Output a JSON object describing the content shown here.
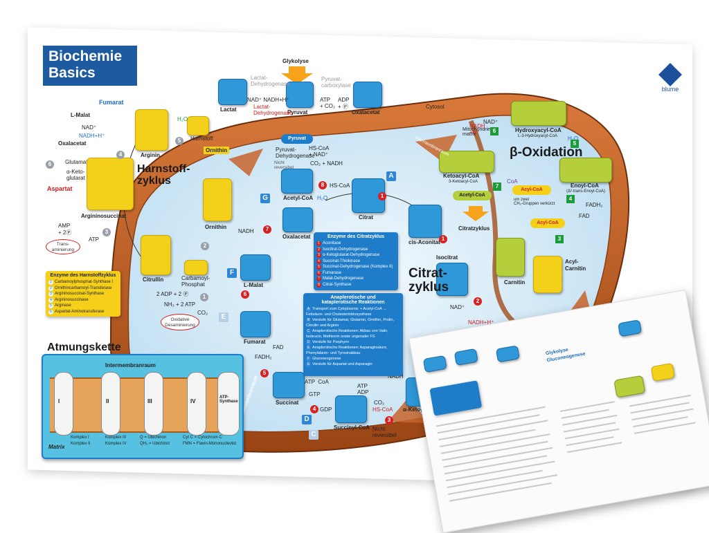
{
  "poster": {
    "title_line1": "Biochemie",
    "title_line2": "Basics",
    "brand": "blume"
  },
  "colors": {
    "title_blue": "#1d5aa0",
    "mito_outer": "#c8642a",
    "matrix": "#dfeef8",
    "molecule_blue": "#2f98d8",
    "molecule_yellow": "#f3d11a",
    "molecule_green": "#b5cf3c",
    "red": "#d11c1c"
  },
  "cytosol": {
    "glykolyse": "Glykolyse",
    "lactat": "Lactat",
    "pyruvat": "Pyruvat",
    "oxalacetat": "Oxalacetat",
    "ldh_top": "Lactat-\nDehydrogenase",
    "ldh_bottom": "Lactat-\nDehydrogenase",
    "nad_pair": "NAD⁺  NADH+H⁺",
    "pyruvat_carboxylase": "Pyruvat-\ncarboxylase",
    "atp_co2": "ATP\n+ CO₂",
    "adp_p": "ADP\n+ Ⓟ",
    "cytosol_label": "Cytosol"
  },
  "urea": {
    "fumarat": "Fumarat",
    "l_malat": "L-Malat",
    "nad": "NAD⁺",
    "nadh": "NADH+H⁺",
    "oxalacetat": "Oxalacetat",
    "glutamat": "Glutamat",
    "ketoglutarat": "α-Keto-\nglutarat",
    "aspartat": "Aspartat",
    "arginin": "Arginin",
    "harnstoff": "Harnstoff",
    "h2o": "H₂O",
    "harnstoffzyklus": "Harnstoff-\nzyklus",
    "argininosuccinat": "Argininosuccinat",
    "ornithin": "Ornithin",
    "ornithin_mito": "Ornithin",
    "amp": "AMP\n+ 2Ⓟ",
    "atp": "ATP",
    "transaminierung": "Trans-\naminierung",
    "citrullin": "Citrullin",
    "carbamoylphosphat": "Carbamoyl-\nPhosphat",
    "adp_line": "2 ADP + 2 Ⓟ",
    "nh3_line": "NH₃ + 2 ATP",
    "co2": "CO₂",
    "oxidative": "Oxidative\nDesaminierung"
  },
  "urea_enzymes": {
    "title": "Enzyme des Harnstoffzyklus",
    "items": [
      "Carbamoylphosphat-Synthase I",
      "Ornithincarbamoyl-Transferase",
      "Argininosuccinat-Synthase",
      "Argininosuccinase",
      "Arginase",
      "Aspartat-Aminotransferase"
    ]
  },
  "citric": {
    "pyruvat": "Pyruvat",
    "pdh": "Pyruvat-\nDehydrogenase",
    "nicht_reversibel": "Nicht\nreversibel",
    "hs_coa_nad": "HS-CoA\n+ NAD⁺",
    "co2_nadh": "CO₂ + NADH",
    "acetyl_coa": "Acetyl-CoA",
    "hs_coa": "HS-CoA",
    "h2o": "H₂O",
    "citrat": "Citrat",
    "cis_aconitat": "cis-Aconitat",
    "isocitrat": "Isocitrat",
    "oxalacetat": "Oxalacetat",
    "l_malat": "L-Malat",
    "fumarat": "Fumarat",
    "succinat": "Succinat",
    "succinyl_coa": "Succinyl-CoA",
    "ketoglutarat": "α-Ketoglutarat",
    "citratzyklus": "Citrat-\nzyklus",
    "fad": "FAD",
    "fadh2": "FADH₂",
    "gtp": "GTP",
    "gdp": "GDP",
    "nadh": "NADH",
    "nad": "NAD⁺",
    "nadh_h": "NADH+H⁺",
    "co2": "CO₂",
    "intermembranraum": "Intermembranraum",
    "atp_coa": "ATP  CoA",
    "atp_adp": "ATP\nADP"
  },
  "citric_enzymes": {
    "title": "Enzyme des Citratzyklus",
    "items": [
      "Aconitase",
      "Isocitrat-Dehydrogenase",
      "α-Ketoglutarat-Dehydrogenase",
      "Succinat-Thiokinase",
      "Succinat-Dehydrogenase (Komplex II)",
      "Fumarase",
      "Malat-Dehydrogenase",
      "Citrat-Synthase"
    ]
  },
  "anaplerotic": {
    "title": "Anaplerotische und\nkataplerotische Reaktionen",
    "items": [
      {
        "key": "A",
        "text": "Transport zum Cytoplasma: + Acetyl-CoA → Fettsäure- und Cholesterinbiosynthese"
      },
      {
        "key": "B",
        "text": "Vorstufe für Glutamat, Glutamin, Ornithin, Prolin, Citrullin und Arginin"
      },
      {
        "key": "C",
        "text": "Anaplerotische Reaktionen: Abbau von Valin, Isoleucin, Methionin sowie ungerader FS"
      },
      {
        "key": "D",
        "text": "Vorstufe für Porphyrin"
      },
      {
        "key": "E",
        "text": "Anaplerotische Reaktionen: Asparaginsäure, Phenylalanin- und Tyrosinabbau"
      },
      {
        "key": "F",
        "text": "Gluconeogenese"
      },
      {
        "key": "G",
        "text": "Vorstufe für Aspartat und Asparagin"
      }
    ]
  },
  "beta": {
    "title": "β-Oxidation",
    "hydroxyacyl": "Hydroxyacyl-CoA",
    "hydroxyacyl_sub": "L-3-Hydroxyacyl-CoA",
    "enoyl": "Enoyl-CoA",
    "enoyl_sub": "(Δ²-trans-Enoyl-CoA)",
    "ketoacyl": "Ketoacyl-CoA",
    "ketoacyl_sub": "3-Ketoacyl-CoA",
    "acetyl_coa": "Acetyl-CoA",
    "acyl_coa": "Acyl-CoA",
    "acyl_coa2": "Acyl-CoA",
    "acyl_sub": "um zwei\nCH₂-Gruppen verkürzt",
    "citratzyklus": "Citratzyklus",
    "carnitin": "Carnitin",
    "acyl_carnitin": "Acyl-\nCarnitin",
    "matrix_label": "Mitochondrien-\nmatrix",
    "intermembran": "Intermembranraum",
    "coa": "CoA",
    "h2o": "H₂O",
    "nad": "NAD⁺",
    "nadh": "NADH\n+H⁺",
    "fad": "FAD",
    "fadh2": "FADH₂",
    "steps": [
      "6",
      "5",
      "7",
      "4",
      "3"
    ]
  },
  "resp": {
    "title": "Atmungskette",
    "intermembranraum": "Intermembranraum",
    "matrix": "Matrix",
    "complexes": [
      "I",
      "II",
      "III",
      "IV",
      "ATP-\nSynthase"
    ],
    "legend": [
      "Komplex  I",
      "Komplex  II",
      "Komplex III",
      "Komplex IV",
      "Q  = Ubichinon",
      "QH₂ = Ubichinol",
      "Cyt C = Cytochrom C",
      "FMN = Flavin-Mononucleotid"
    ]
  },
  "handout": {
    "title_glykolyse": "Glykolyse",
    "title_gluco": "Gluconeogenese"
  }
}
